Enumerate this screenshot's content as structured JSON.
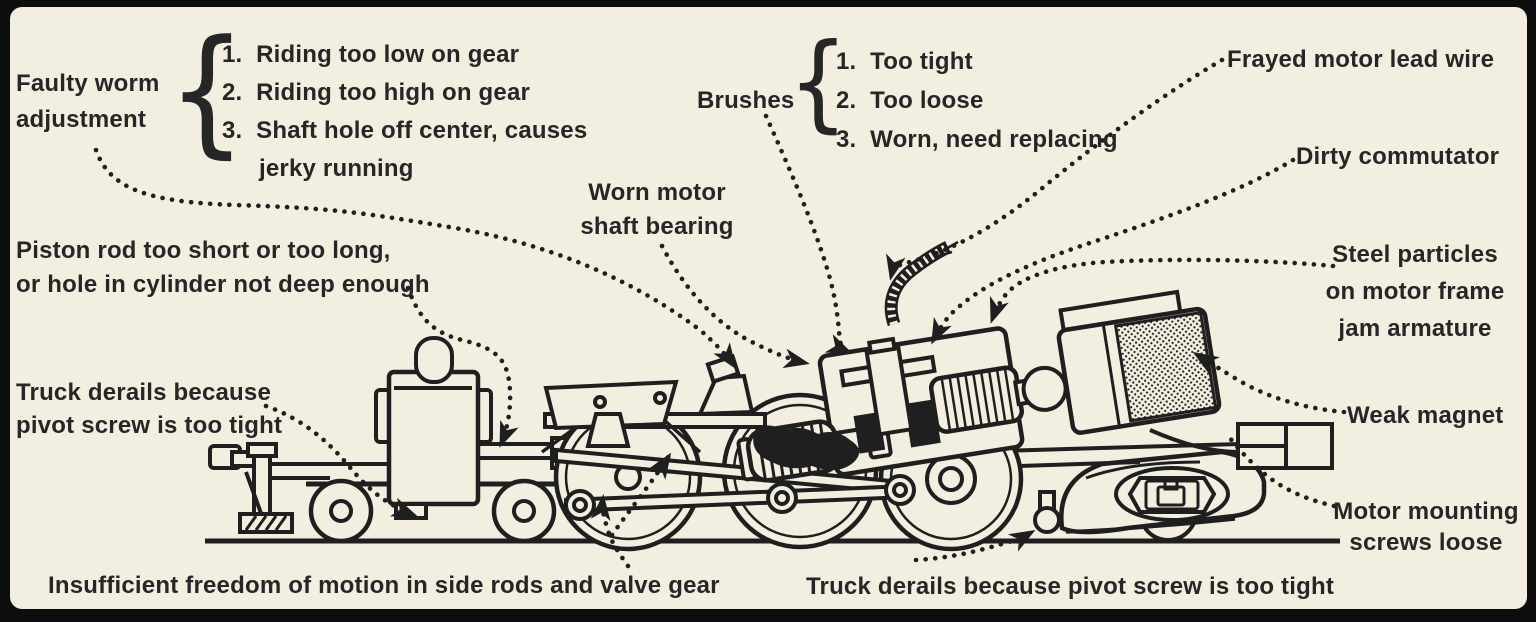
{
  "colors": {
    "paper": "#f3efe0",
    "ink": "#1f1f1f",
    "text": "#262626"
  },
  "symbols": {
    "brace": "{"
  },
  "labels": {
    "faulty_worm": {
      "line1": "Faulty worm",
      "line2": "adjustment",
      "items": [
        "1.  Riding too low on gear",
        "2.  Riding too high on gear",
        "3.  Shaft hole off center, causes jerky running"
      ]
    },
    "brushes": {
      "title": "Brushes",
      "items": [
        "1.  Too tight",
        "2.  Too loose",
        "3.  Worn, need replacing"
      ]
    },
    "worn_bearing": {
      "line1": "Worn motor",
      "line2": "shaft bearing"
    },
    "piston_rod": {
      "line1": "Piston rod too short or too long,",
      "line2": "or hole in cylinder not deep enough"
    },
    "truck_derails_front": {
      "line1": "Truck derails because",
      "line2": "pivot screw is too tight"
    },
    "insufficient_freedom": {
      "text": "Insufficient freedom of motion in side rods and valve gear"
    },
    "truck_derails_rear": {
      "text": "Truck derails because pivot screw is too tight"
    },
    "frayed_lead_wire": {
      "text": "Frayed motor lead wire"
    },
    "dirty_commutator": {
      "text": "Dirty commutator"
    },
    "steel_particles": {
      "line1": "Steel particles",
      "line2": "on motor frame",
      "line3": "jam armature"
    },
    "weak_magnet": {
      "text": "Weak magnet"
    },
    "motor_mounting": {
      "line1": "Motor mounting",
      "line2": "screws loose"
    }
  }
}
